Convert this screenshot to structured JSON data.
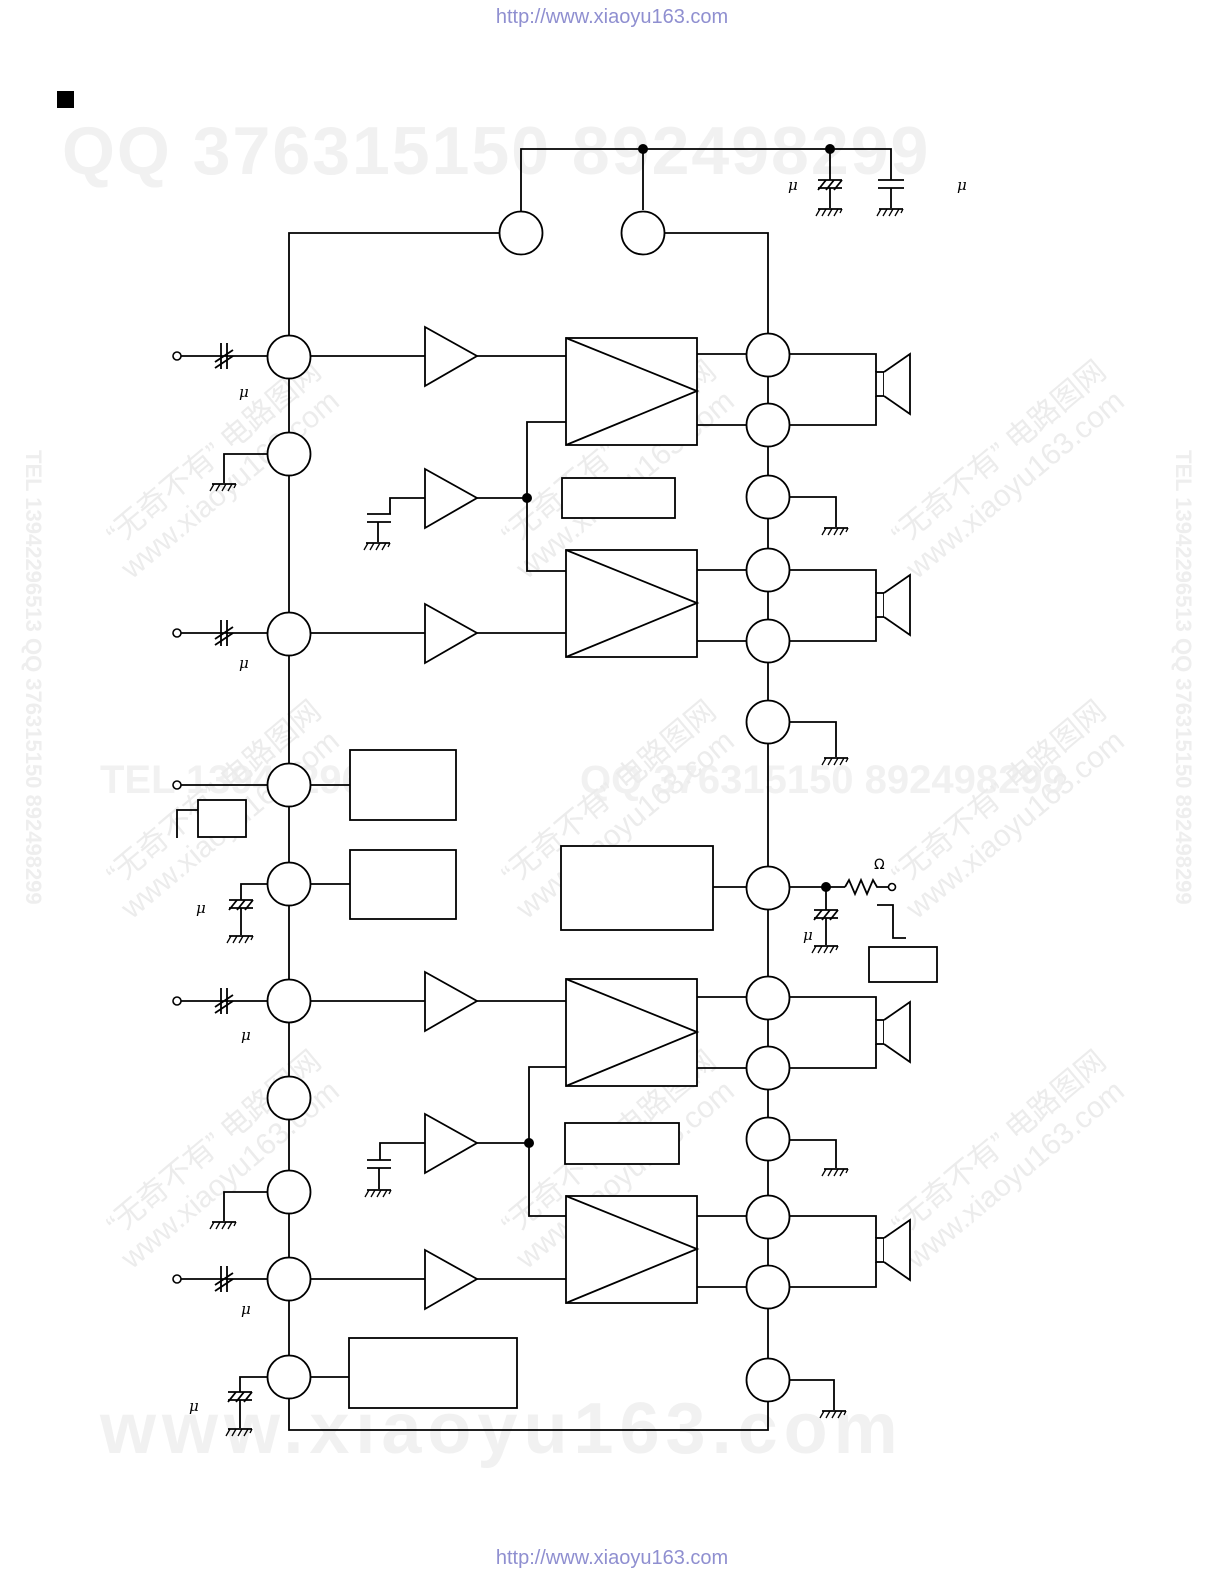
{
  "header": {
    "url": "http://www.xiaoyu163.com"
  },
  "footer": {
    "url": "http://www.xiaoyu163.com"
  },
  "watermarks": {
    "qq_top": "QQ 376315150    892498299",
    "qq_mid": "QQ 376315150    892498299",
    "tel_mid": "TEL 13942296513",
    "site_bottom": "www.xiaoyu163.com",
    "diagonal_line1": "“无奇不有”  电路图网",
    "diagonal_line2": "www.xiaoyu163.com",
    "side_vertical": "TEL 13942296513  QQ 376315150  892498299"
  },
  "diagram": {
    "symbols": {
      "mu": "μ",
      "ohm": "Ω"
    }
  }
}
